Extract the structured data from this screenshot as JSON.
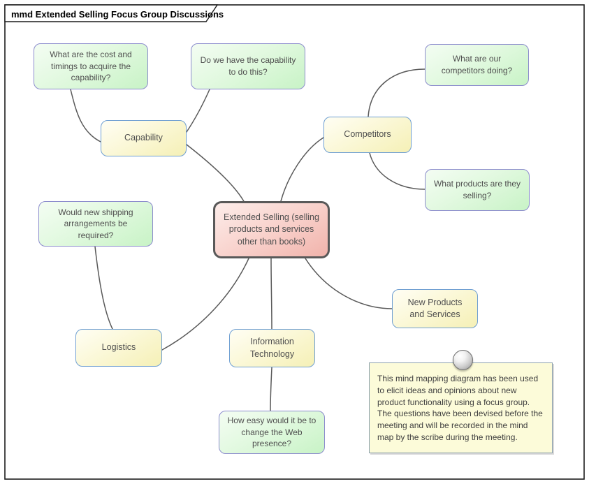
{
  "frame": {
    "title": "mmd Extended Selling Focus Group Discussions"
  },
  "palette": {
    "question_fill_top": "#f4fdf3",
    "question_fill_bottom": "#c8f3c6",
    "question_border": "#8c8ccd",
    "topic_fill_top": "#fffef4",
    "topic_fill_bottom": "#f5f0b6",
    "topic_border": "#6f9fd2",
    "central_fill_top": "#fdedea",
    "central_fill_bottom": "#f1b3ab",
    "central_border": "#595959",
    "note_fill": "#fcfbd9",
    "connector_color": "#595959",
    "frame_border": "#1c1c1c"
  },
  "nodes": {
    "central": {
      "label": "Extended Selling (selling products and services other than books)"
    },
    "topics": [
      {
        "id": "capability",
        "label": "Capability"
      },
      {
        "id": "competitors",
        "label": "Competitors"
      },
      {
        "id": "logistics",
        "label": "Logistics"
      },
      {
        "id": "information-technology",
        "label": "Information Technology"
      },
      {
        "id": "new-products-services",
        "label": "New Products and Services"
      }
    ],
    "questions": [
      {
        "id": "q-cost-timings",
        "label": "What are the cost and timings to acquire the capability?"
      },
      {
        "id": "q-have-capability",
        "label": "Do we have the capability to do this?"
      },
      {
        "id": "q-competitors-doing",
        "label": "What are our competitors doing?"
      },
      {
        "id": "q-products-selling",
        "label": "What products are they selling?"
      },
      {
        "id": "q-shipping",
        "label": "Would new shipping arrangements be required?"
      },
      {
        "id": "q-web-presence",
        "label": "How easy would it be to change the Web presence?"
      }
    ]
  },
  "connectors": [
    {
      "from": "q-cost-timings",
      "to": "capability"
    },
    {
      "from": "q-have-capability",
      "to": "capability"
    },
    {
      "from": "capability",
      "to": "extended-selling"
    },
    {
      "from": "extended-selling",
      "to": "competitors"
    },
    {
      "from": "competitors",
      "to": "q-competitors-doing"
    },
    {
      "from": "competitors",
      "to": "q-products-selling"
    },
    {
      "from": "q-shipping",
      "to": "logistics"
    },
    {
      "from": "logistics",
      "to": "extended-selling"
    },
    {
      "from": "extended-selling",
      "to": "information-technology"
    },
    {
      "from": "information-technology",
      "to": "q-web-presence"
    },
    {
      "from": "extended-selling",
      "to": "new-products-services"
    }
  ],
  "note": {
    "text": "This mind mapping diagram has been used to elicit ideas and opinions about new product functionality using a focus group. The questions have been devised before the meeting and will be recorded in the mind map by the scribe during the meeting."
  }
}
